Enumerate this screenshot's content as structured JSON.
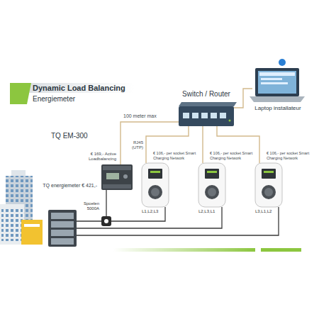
{
  "diagram": {
    "title": "Dynamic Load Balancing",
    "nodes": [
      {
        "text": [
          "Switch / Router"
        ]
      },
      {
        "text": [
          "Laptop installateur"
        ]
      },
      {
        "text": [
          "€ 169,- Active Loadbalancing",
          "TQ energiemeter € 421,-"
        ]
      },
      {
        "text": [
          "€ 106,- per socket Smart Charging Network",
          "L1,L2,L3"
        ]
      },
      {
        "text": [
          "€ 106,- per socket Smart Charging Network",
          "L2,L3,L1"
        ]
      },
      {
        "text": [
          "€ 106,- per socket Smart Charging Network",
          "L3,L1,L2"
        ]
      }
    ],
    "edges": [
      {
        "from": 0,
        "to": 1,
        "arrow": "none"
      },
      {
        "from": 0,
        "to": 2,
        "label": "100 meter max",
        "arrow": "none"
      },
      {
        "from": 0,
        "to": 3,
        "label": "RJ45 (UTP)",
        "arrow": "none"
      },
      {
        "from": 0,
        "to": 4,
        "arrow": "none"
      },
      {
        "from": 0,
        "to": 5,
        "arrow": "none"
      }
    ],
    "labels": [
      "Energiemeter",
      "TQ EM-300",
      "Spoelen 5000A"
    ]
  }
}
